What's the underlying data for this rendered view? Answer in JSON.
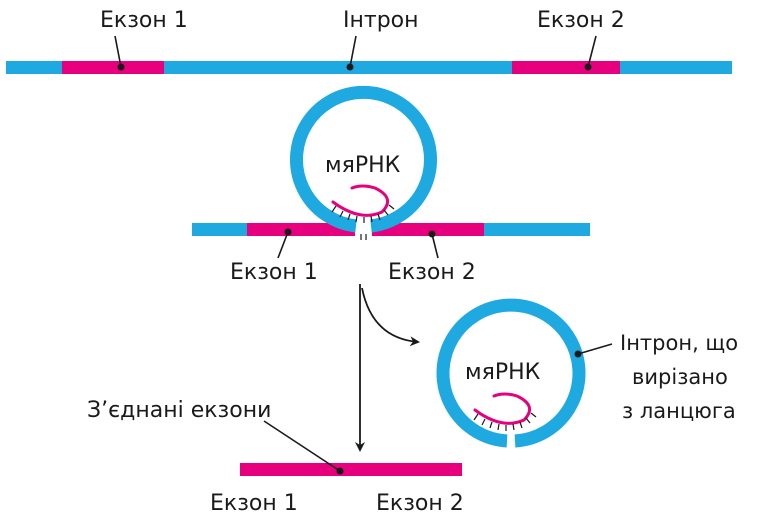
{
  "colors": {
    "intron": "#1fa9e1",
    "exon": "#e6007e",
    "line": "#1a1a1a",
    "text": "#1a1a1a"
  },
  "top": {
    "exon1_label": "Екзон  1",
    "intron_label": "Інтрон",
    "exon2_label": "Екзон  2"
  },
  "middle": {
    "snrna_label": "мяРНК",
    "exon1_label": "Екзон  1",
    "exon2_label": "Екзон  2"
  },
  "excised": {
    "snrna_label": "мяРНК",
    "label_lines": [
      "Інтрон, що",
      "вирізано",
      "з  ланцюга"
    ]
  },
  "bottom": {
    "joined_label": "З’єднані  екзони",
    "exon1_label": "Екзон  1",
    "exon2_label": "Екзон  2"
  }
}
